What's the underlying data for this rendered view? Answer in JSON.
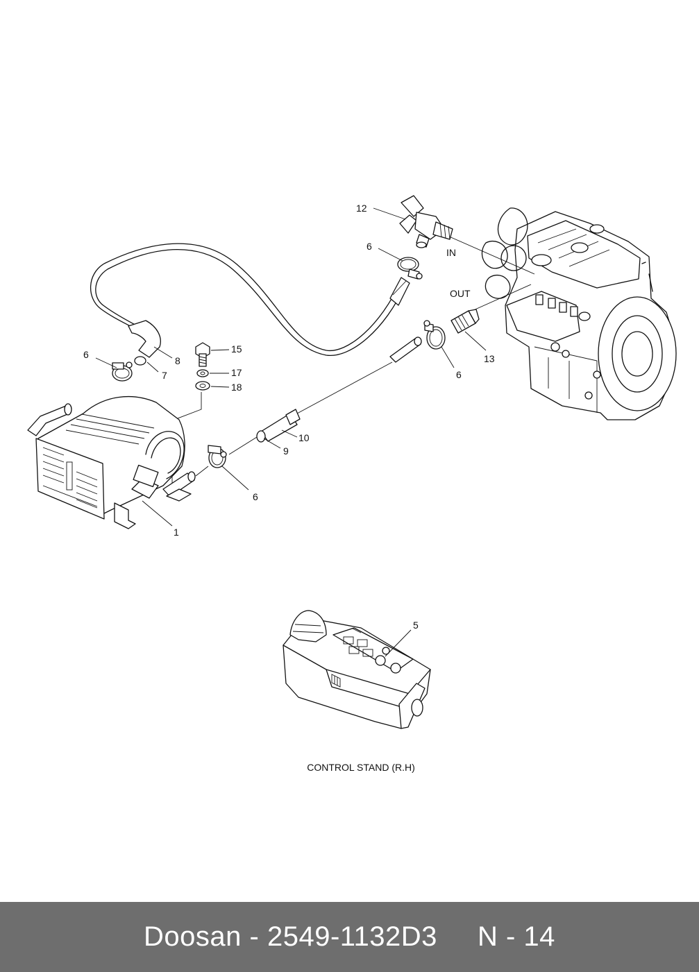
{
  "callouts": {
    "c1": "1",
    "c5": "5",
    "c6a": "6",
    "c6b": "6",
    "c6c": "6",
    "c6d": "6",
    "c7": "7",
    "c8": "8",
    "c9": "9",
    "c10": "10",
    "c12": "12",
    "c13": "13",
    "c15": "15",
    "c17": "17",
    "c18": "18"
  },
  "port_labels": {
    "in": "IN",
    "out": "OUT"
  },
  "caption": "CONTROL STAND (R.H)",
  "footer": {
    "brand": "Doosan",
    "part_number": "2549-1132D3",
    "page": "N - 14"
  }
}
